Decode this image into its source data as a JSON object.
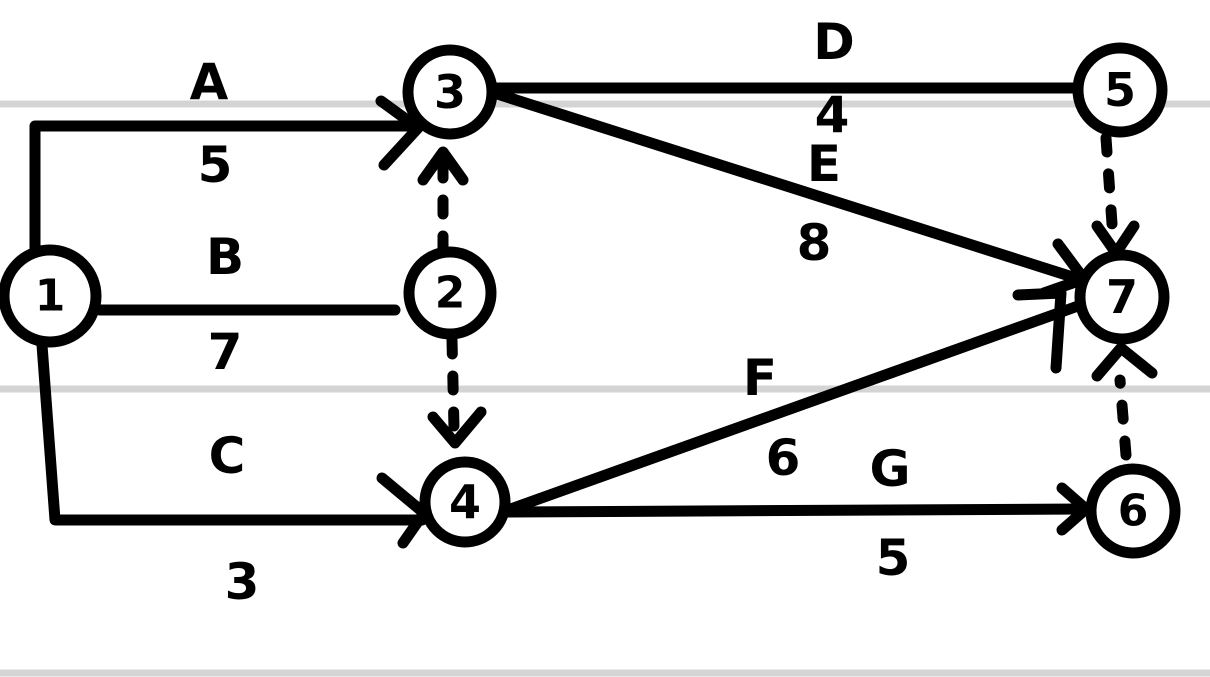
{
  "nodes": [
    {
      "id": "1",
      "label": "1"
    },
    {
      "id": "2",
      "label": "2"
    },
    {
      "id": "3",
      "label": "3"
    },
    {
      "id": "4",
      "label": "4"
    },
    {
      "id": "5",
      "label": "5"
    },
    {
      "id": "6",
      "label": "6"
    },
    {
      "id": "7",
      "label": "7"
    }
  ],
  "activities": [
    {
      "name": "A",
      "duration": "5",
      "from": "1",
      "to": "3"
    },
    {
      "name": "B",
      "duration": "7",
      "from": "1",
      "to": "2"
    },
    {
      "name": "C",
      "duration": "3",
      "from": "1",
      "to": "4"
    },
    {
      "name": "D",
      "duration": "4",
      "from": "3",
      "to": "5"
    },
    {
      "name": "E",
      "duration": "8",
      "from": "3",
      "to": "7"
    },
    {
      "name": "F",
      "duration": "6",
      "from": "4",
      "to": "7"
    },
    {
      "name": "G",
      "duration": "5",
      "from": "4",
      "to": "6"
    }
  ],
  "dummies": [
    {
      "from": "2",
      "to": "3"
    },
    {
      "from": "2",
      "to": "4"
    },
    {
      "from": "5",
      "to": "7"
    },
    {
      "from": "6",
      "to": "7"
    }
  ]
}
